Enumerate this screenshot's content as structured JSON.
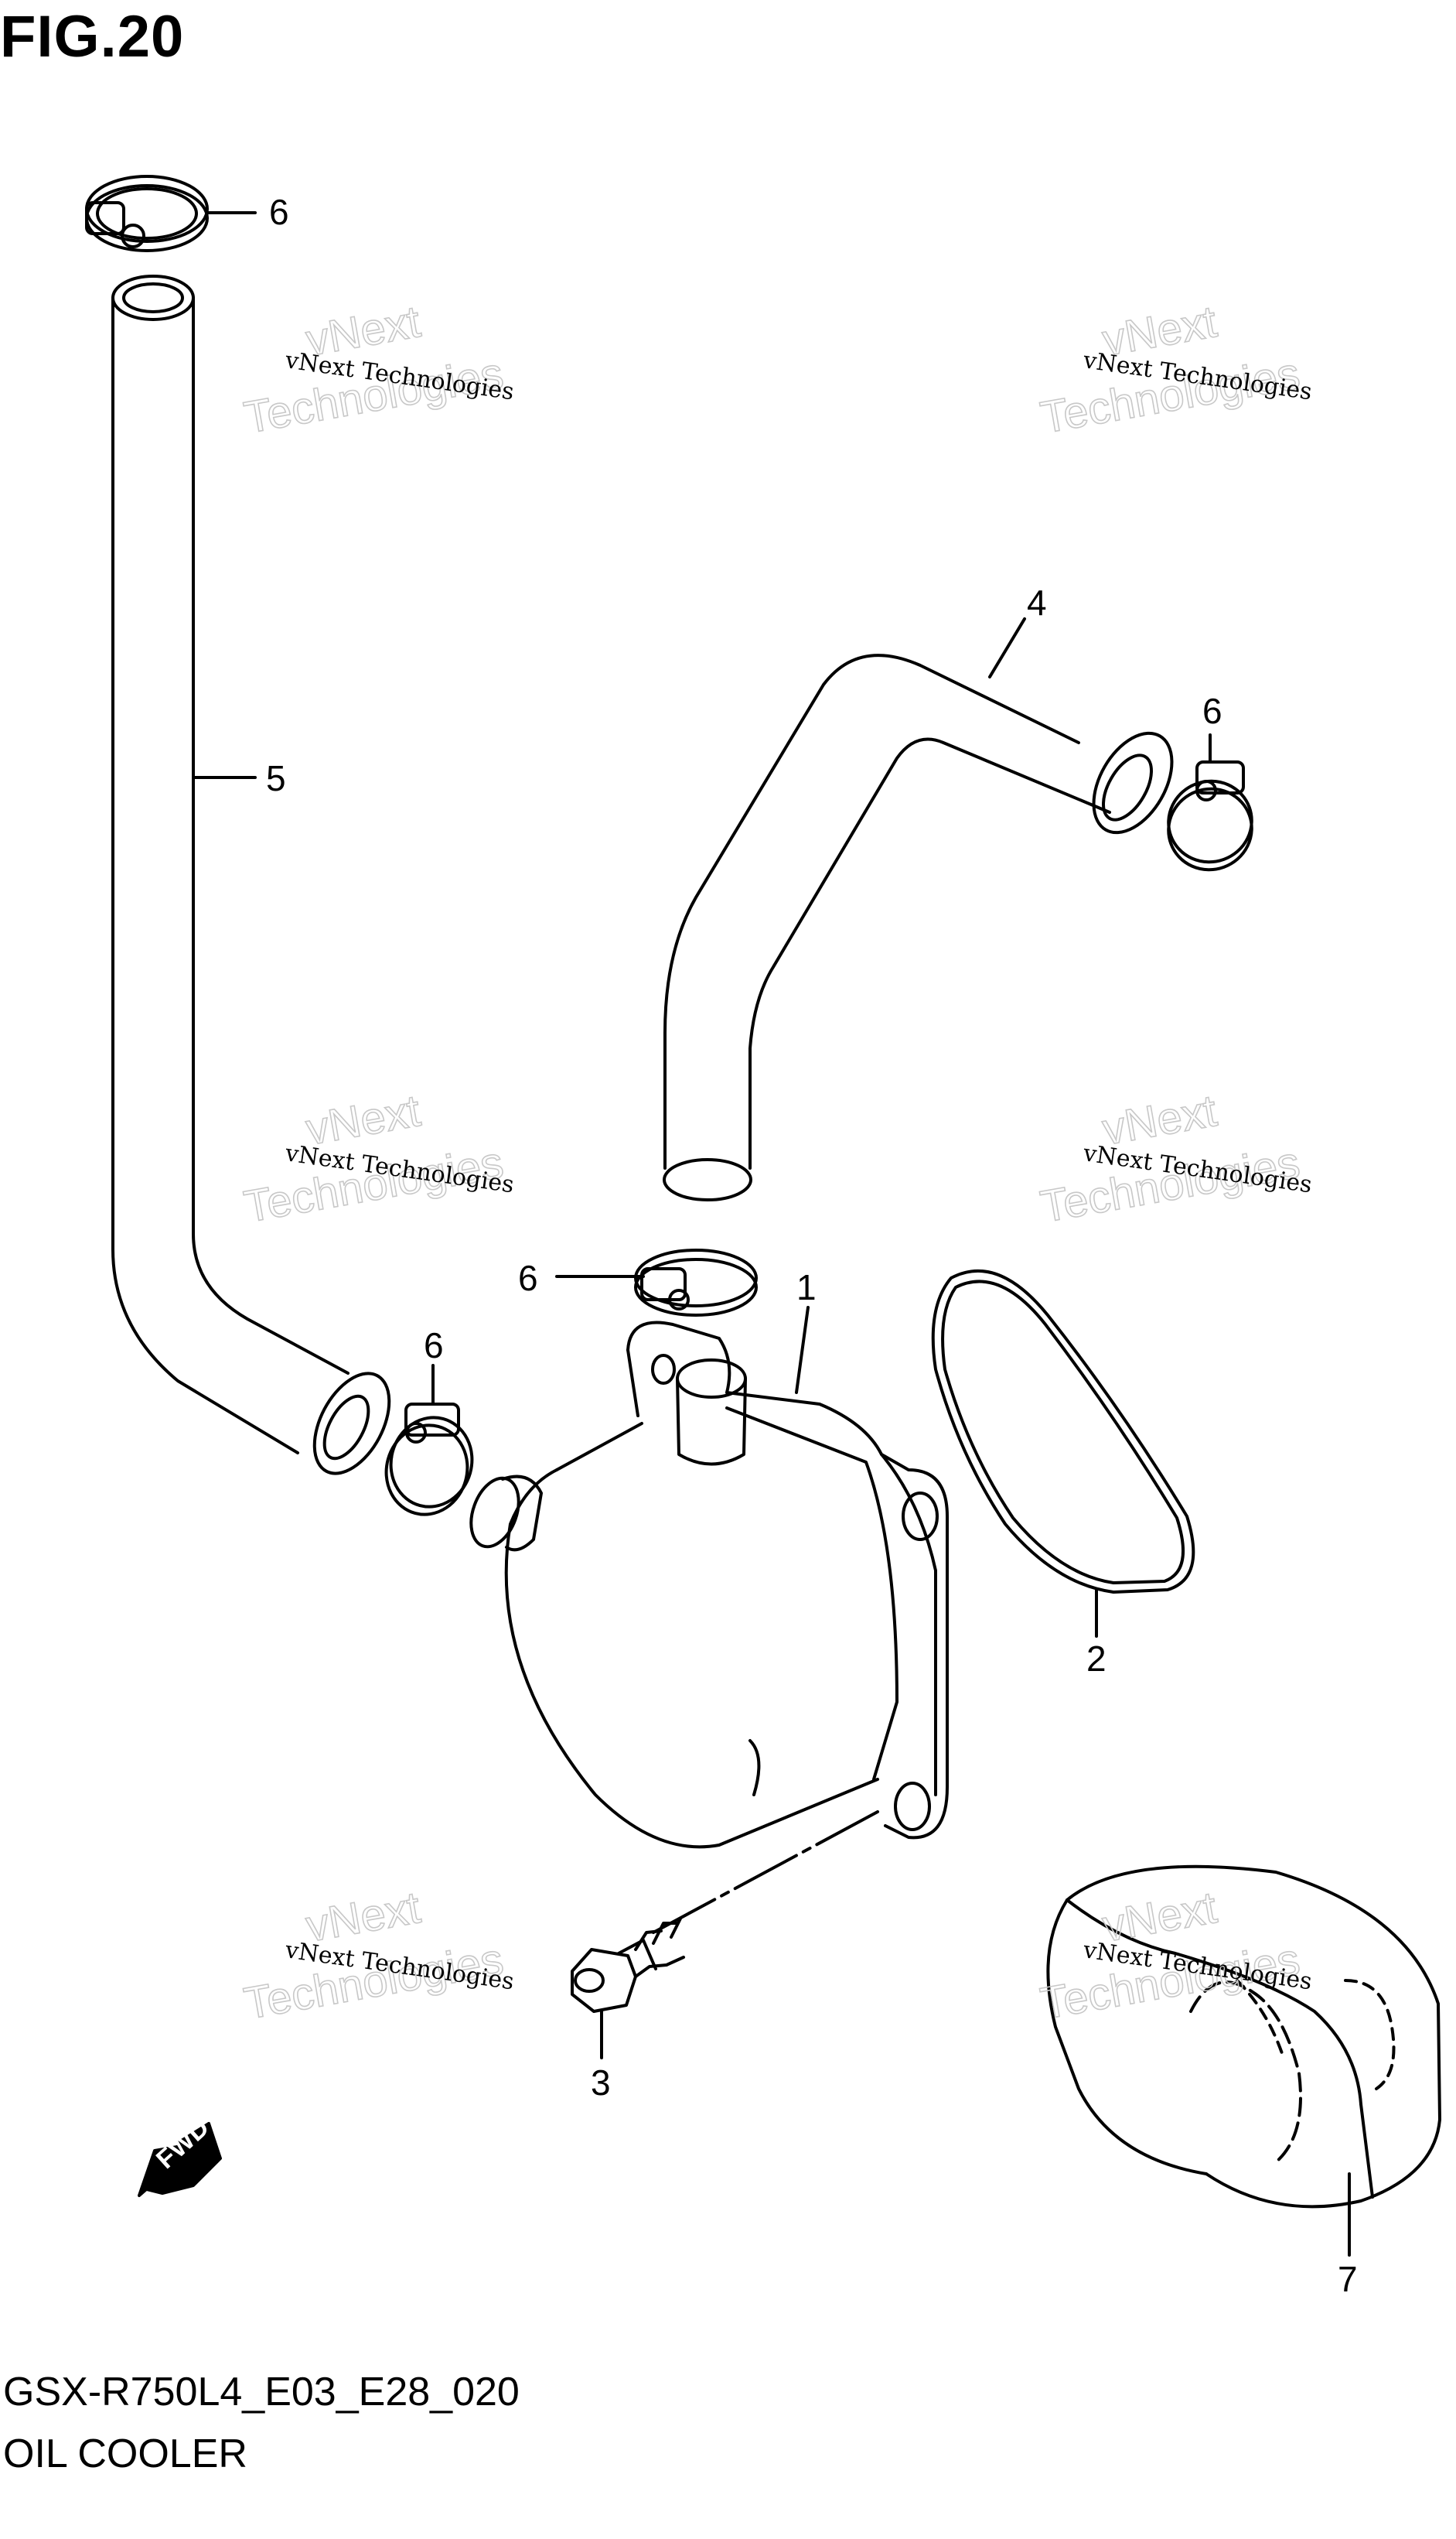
{
  "figure": {
    "title": "FIG.20"
  },
  "footer": {
    "code": "GSX-R750L4_E03_E28_020",
    "name": "OIL COOLER"
  },
  "callouts": [
    "6",
    "5",
    "4",
    "6",
    "6",
    "1",
    "6",
    "2",
    "3",
    "7"
  ],
  "watermark": {
    "line1": "vNext Technologies",
    "line2": "vNext",
    "line3": "Technologies"
  },
  "fwd_arrow": {
    "label": "FWD"
  }
}
